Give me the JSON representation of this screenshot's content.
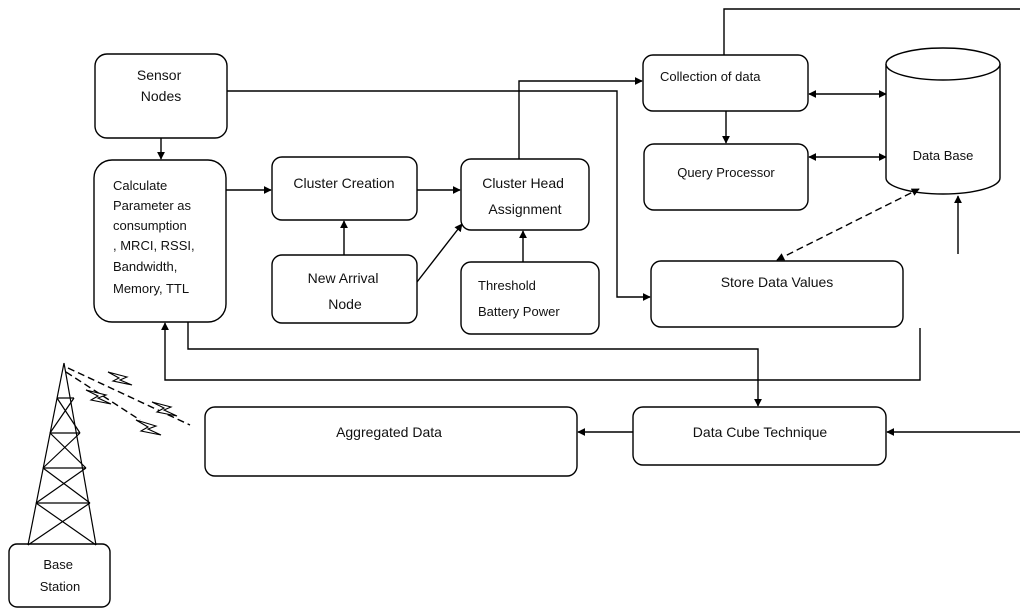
{
  "nodes": {
    "sensor_nodes": [
      "Sensor",
      "Nodes"
    ],
    "calculate_parameters": [
      "Calculate",
      "Parameter as",
      "consumption",
      ", MRCI, RSSI,",
      "Bandwidth,",
      "Memory, TTL"
    ],
    "cluster_creation": [
      "Cluster Creation"
    ],
    "new_arrival_node": [
      "New Arrival",
      "Node"
    ],
    "cluster_head_assignment": [
      "Cluster Head",
      "Assignment"
    ],
    "threshold_battery_power": [
      "Threshold",
      "Battery Power"
    ],
    "collection_of_data": [
      "Collection of data"
    ],
    "query_processor": [
      "Query Processor"
    ],
    "data_base": [
      "Data Base"
    ],
    "store_data_values": [
      "Store Data Values"
    ],
    "data_cube_technique": [
      "Data Cube Technique"
    ],
    "aggregated_data": [
      "Aggregated Data"
    ],
    "base_station": [
      "Base",
      "Station"
    ]
  }
}
